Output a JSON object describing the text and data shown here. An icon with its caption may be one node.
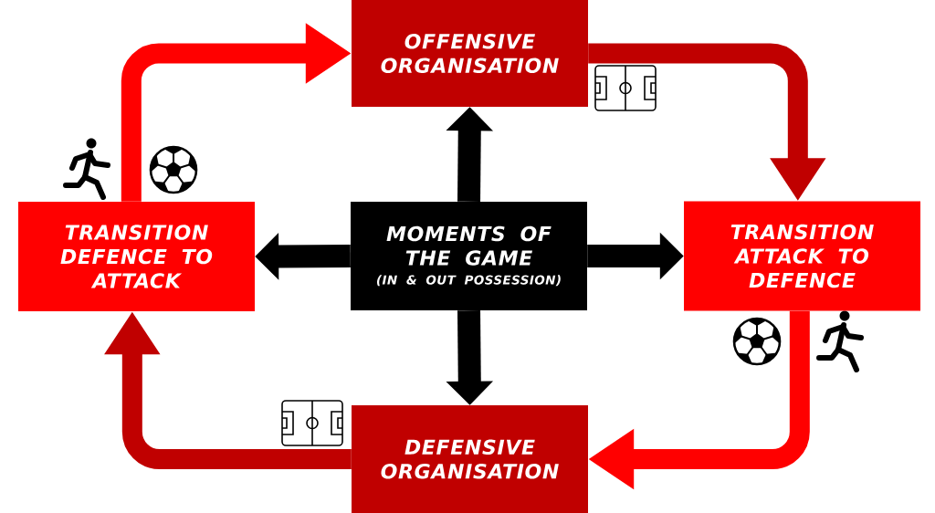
{
  "diagram": {
    "nodes": [
      {
        "text": [
          "OFFENSIVE ORGANISATION"
        ]
      },
      {
        "text": [
          "TRANSITION DEFENCE TO ATTACK"
        ]
      },
      {
        "text": [
          "MOMENTS OF THE GAME",
          "(IN & OUT POSSESSION)"
        ]
      },
      {
        "text": [
          "TRANSITION ATTACK TO DEFENCE"
        ]
      },
      {
        "text": [
          "DEFENSIVE ORGANISATION"
        ]
      }
    ],
    "edges": [
      {
        "from": 1,
        "to": 0,
        "arrow": "to",
        "color": "#ff0000"
      },
      {
        "from": 0,
        "to": 3,
        "arrow": "to",
        "color": "#c00000"
      },
      {
        "from": 3,
        "to": 4,
        "arrow": "to",
        "color": "#ff0000"
      },
      {
        "from": 4,
        "to": 1,
        "arrow": "to",
        "color": "#c00000"
      },
      {
        "from": 2,
        "to": 0,
        "arrow": "to"
      },
      {
        "from": 2,
        "to": 3,
        "arrow": "to"
      },
      {
        "from": 2,
        "to": 4,
        "arrow": "to"
      },
      {
        "from": 2,
        "to": 1,
        "arrow": "to"
      }
    ]
  }
}
